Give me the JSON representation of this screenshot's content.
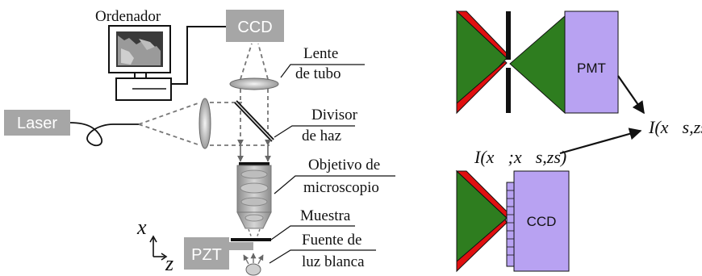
{
  "labels": {
    "ordenador": "Ordenador",
    "ccd_top": "CCD",
    "laser": "Laser",
    "lente_1": "Lente",
    "lente_2": "de tubo",
    "divisor_1": "Divisor",
    "divisor_2": "de haz",
    "objetivo_1": "Objetivo de",
    "objetivo_2": "microscopio",
    "muestra": "Muestra",
    "fuente_1": "Fuente de",
    "fuente_2": "luz blanca",
    "pzt": "PZT",
    "axis_x": "x",
    "axis_z": "z",
    "pmt": "PMT",
    "ccd_right": "CCD",
    "intensity_out": "I(x⃗s,zs)",
    "intensity_in": "I(x⃗;x⃗s,zs)"
  },
  "colors": {
    "gray_box": "#a6a6a6",
    "green": "#2e7d1f",
    "red": "#e01010",
    "purple": "#b8a2f2",
    "black": "#111111"
  }
}
